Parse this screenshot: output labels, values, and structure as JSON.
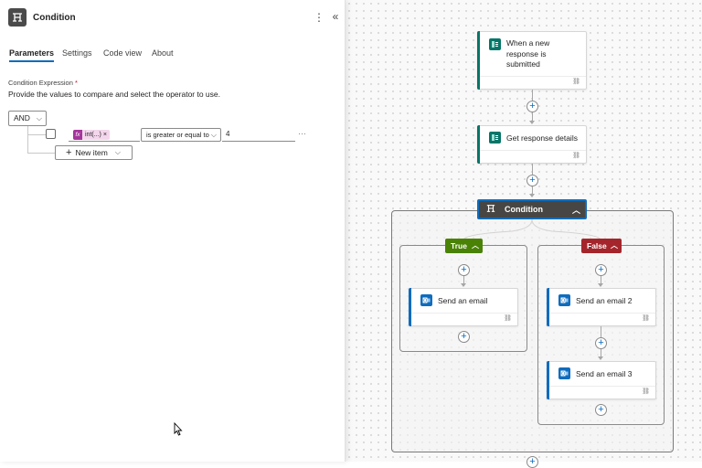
{
  "panel": {
    "title": "Condition",
    "icon": "condition-icon",
    "tabs": [
      {
        "label": "Parameters",
        "active": true
      },
      {
        "label": "Settings",
        "active": false
      },
      {
        "label": "Code view",
        "active": false
      },
      {
        "label": "About",
        "active": false
      }
    ],
    "field_label": "Condition Expression",
    "required_mark": "*",
    "description": "Provide the values to compare and select the operator to use.",
    "group_operator": "AND",
    "row": {
      "token_label": "int(...)",
      "token_remove": "×",
      "fx_label": "fx",
      "operator": "is greater or equal to",
      "value": "4",
      "more": "···"
    },
    "new_item_label": "New item"
  },
  "flow": {
    "trigger": {
      "title": "When a new response is submitted",
      "icon": "forms-icon"
    },
    "step2": {
      "title": "Get response details",
      "icon": "forms-icon"
    },
    "condition": {
      "title": "Condition"
    },
    "true_branch": {
      "label": "True",
      "actions": [
        {
          "title": "Send an email",
          "icon": "outlook-icon"
        }
      ]
    },
    "false_branch": {
      "label": "False",
      "actions": [
        {
          "title": "Send an email 2",
          "icon": "outlook-icon"
        },
        {
          "title": "Send an email 3",
          "icon": "outlook-icon"
        }
      ]
    }
  },
  "colors": {
    "accent_blue": "#0f6cbd",
    "forms_teal": "#077568",
    "outlook_blue": "#0f6cbd",
    "true_green": "#498205",
    "false_red": "#a4262c",
    "condition_dark": "#484644"
  }
}
